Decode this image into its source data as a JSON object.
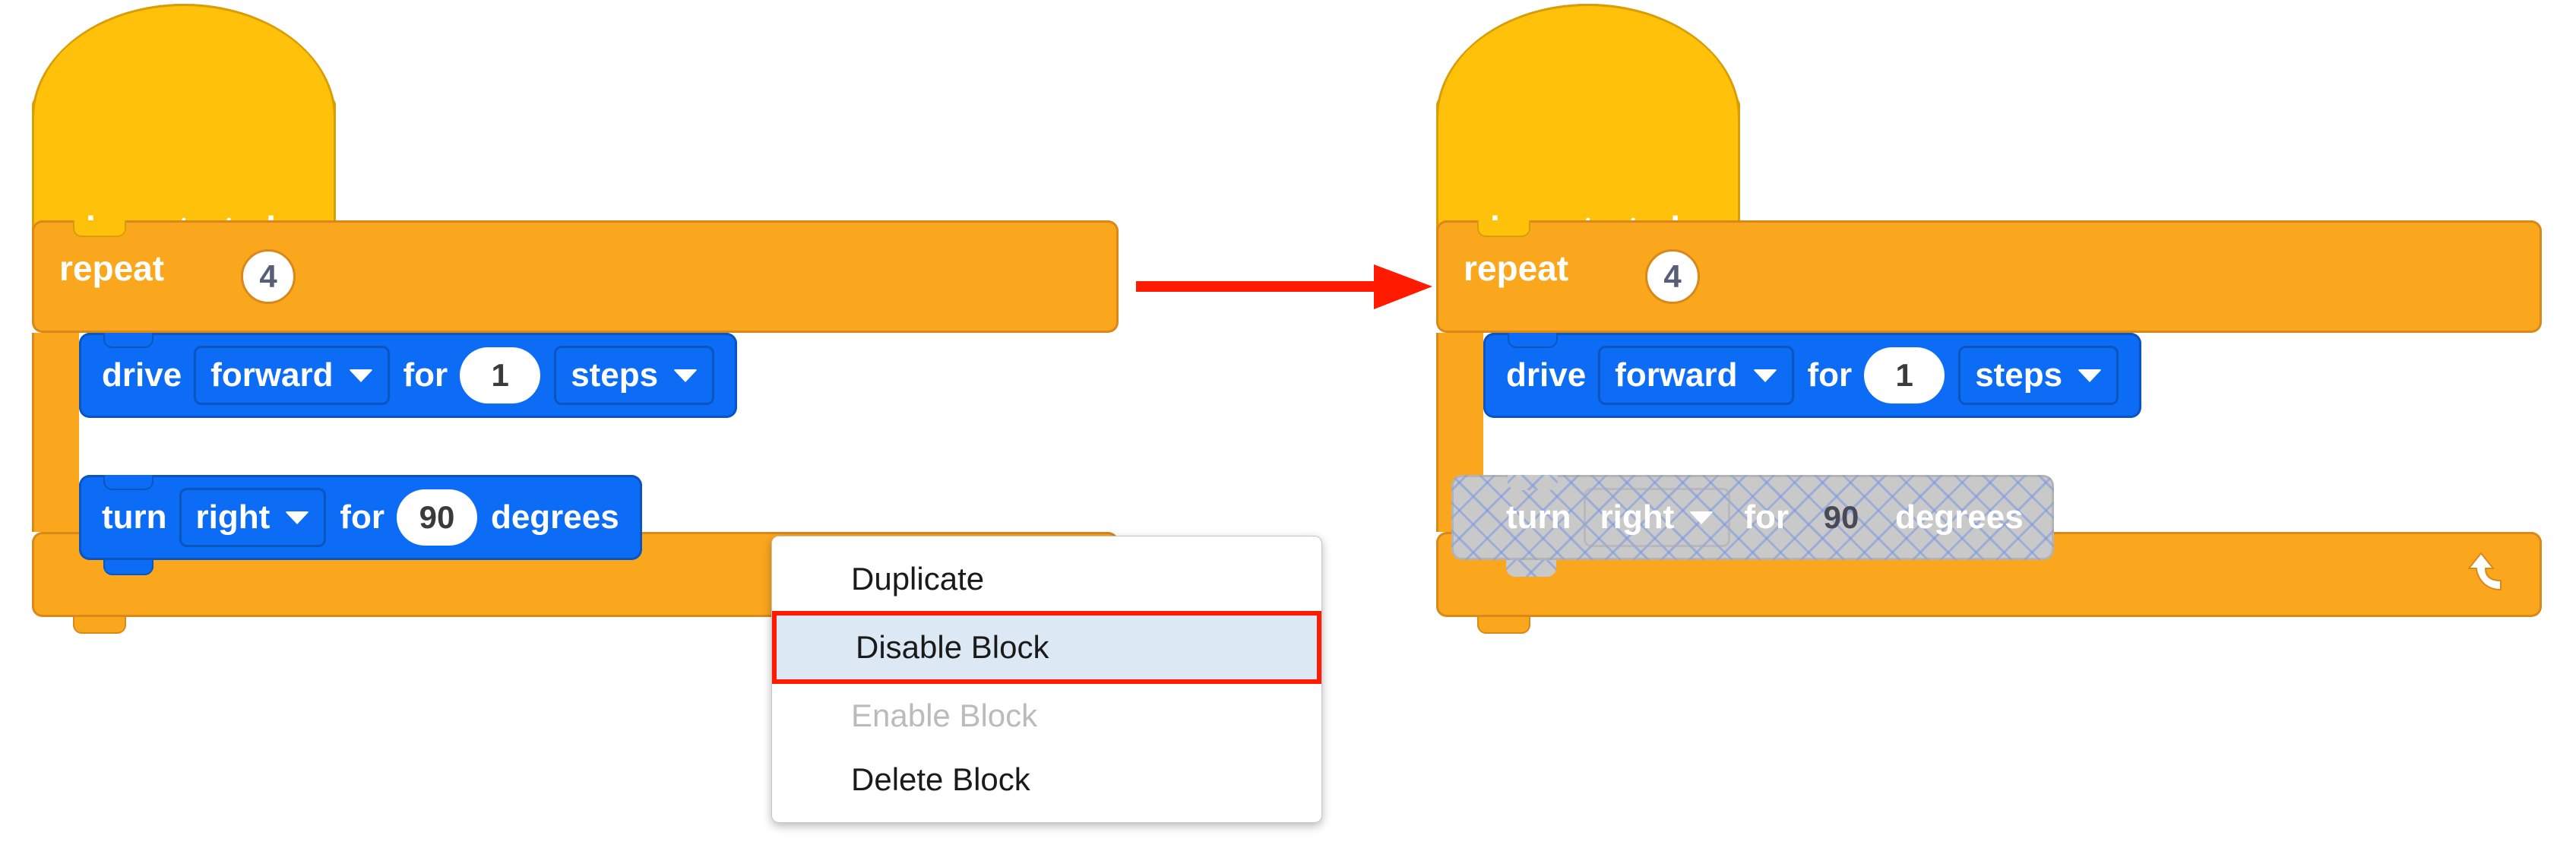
{
  "colors": {
    "hat_yellow": "#FFC10A",
    "hat_yellow_border": "#D99D06",
    "loop_orange": "#FAA71E",
    "loop_orange_border": "#D9881A",
    "motion_blue": "#0C6CF5",
    "motion_blue_border": "#0A55C0",
    "disabled_gray": "#C9C9C9",
    "disabled_hatch": "#7896E1",
    "arrow_red": "#FF1A00",
    "menu_highlight_bg": "#DCE9F5",
    "menu_highlight_border": "#FF1A00",
    "menu_disabled_text": "#BBBBBB",
    "number_text": "#575E75"
  },
  "left_panel": {
    "hat": {
      "label": "when started"
    },
    "repeat": {
      "label": "repeat",
      "count": "4"
    },
    "blocks": [
      {
        "name": "drive-block",
        "word1": "drive",
        "dropdown1": "forward",
        "word2": "for",
        "value": "1",
        "dropdown2": "steps",
        "state": "enabled"
      },
      {
        "name": "turn-block",
        "word1": "turn",
        "dropdown1": "right",
        "word2": "for",
        "value": "90",
        "word3": "degrees",
        "state": "enabled"
      }
    ]
  },
  "right_panel": {
    "hat": {
      "label": "when started"
    },
    "repeat": {
      "label": "repeat",
      "count": "4"
    },
    "blocks": [
      {
        "name": "drive-block",
        "word1": "drive",
        "dropdown1": "forward",
        "word2": "for",
        "value": "1",
        "dropdown2": "steps",
        "state": "enabled"
      },
      {
        "name": "turn-block",
        "word1": "turn",
        "dropdown1": "right",
        "word2": "for",
        "value": "90",
        "word3": "degrees",
        "state": "disabled"
      }
    ]
  },
  "context_menu": {
    "items": [
      {
        "label": "Duplicate",
        "state": "normal"
      },
      {
        "label": "Disable Block",
        "state": "highlighted"
      },
      {
        "label": "Enable Block",
        "state": "disabled"
      },
      {
        "label": "Delete Block",
        "state": "normal"
      }
    ]
  },
  "annotation": {
    "arrow": "right-arrow"
  }
}
